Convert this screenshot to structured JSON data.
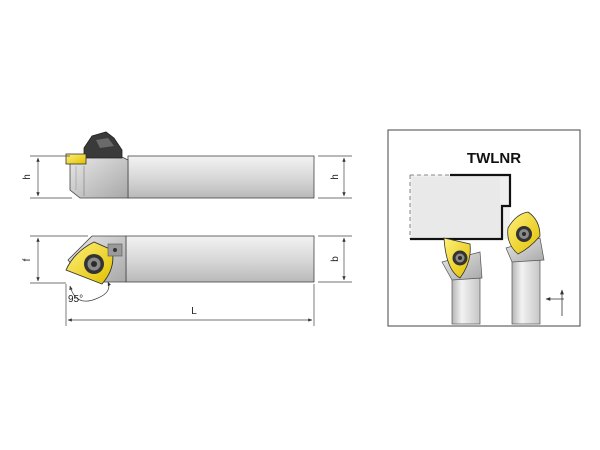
{
  "diagram": {
    "title": "TWLNR",
    "dimensions": {
      "h_left": "h",
      "h_right": "h",
      "f": "f",
      "b": "b",
      "L": "L",
      "angle": "95°"
    },
    "colors": {
      "insert": "#f2d400",
      "body_light": "#f0f0f0",
      "body_mid": "#c8c8c8",
      "body_dark": "#8c8c8c",
      "outline": "#333333",
      "dim_line": "#444444"
    },
    "icons": [
      "insert-icon",
      "clamp-icon",
      "feed-direction-arrows-icon"
    ]
  }
}
